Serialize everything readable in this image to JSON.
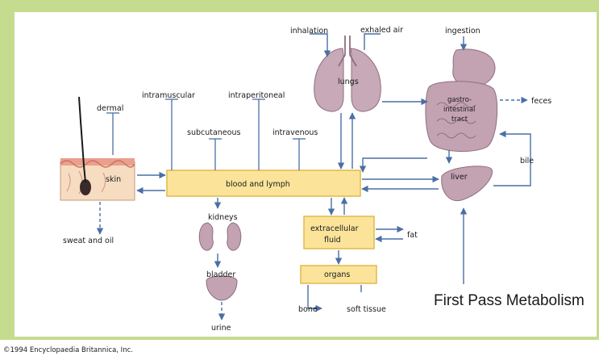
{
  "colors": {
    "border": "#c5dc8f",
    "box_fill": "#fbe49a",
    "box_stroke": "#e2b94a",
    "arrow": "#4a6fa5",
    "organ_fill": "#c3a2b2",
    "lung_fill": "#c7a9b7"
  },
  "routes": {
    "dermal": "dermal",
    "intramuscular": "intramuscular",
    "intraperitoneal": "intraperitoneal",
    "subcutaneous": "subcutaneous",
    "intravenous": "intravenous",
    "inhalation": "inhalation",
    "exhaled_air": "exhaled air",
    "ingestion": "ingestion"
  },
  "organs": {
    "skin": "skin",
    "lungs": "lungs",
    "gi_line1": "gastro-",
    "gi_line2": "intestinal",
    "gi_line3": "tract",
    "liver": "liver",
    "kidneys": "kidneys",
    "bladder": "bladder"
  },
  "compartments": {
    "blood": "blood and lymph",
    "ecf_line1": "extracellular",
    "ecf_line2": "fluid",
    "organs": "organs"
  },
  "outputs": {
    "sweat": "sweat and oil",
    "feces": "feces",
    "bile": "bile",
    "fat": "fat",
    "urine": "urine",
    "bone": "bone",
    "soft_tissue": "soft tissue"
  },
  "caption": "First Pass Metabolism",
  "copyright": "©1994 Encyclopaedia Britannica, Inc."
}
